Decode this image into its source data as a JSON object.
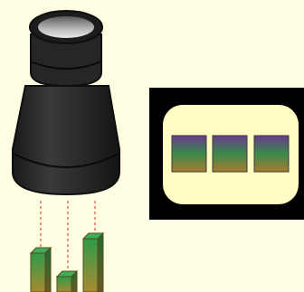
{
  "scene": {
    "background_color": "#fffee3",
    "lens_icon": {
      "name": "camera-lens-icon",
      "body_color": "#2a2a2a",
      "rim_color": "#1a1a1a"
    },
    "light_beams": {
      "color": "#d42a2a",
      "count": 3
    },
    "bar_icon": {
      "name": "bar-chart-icon",
      "bar_count": 3,
      "relative_heights": [
        0.62,
        0.33,
        1.0
      ],
      "gradient_top": "#2f9a4a",
      "gradient_bottom": "#a88a30",
      "outline": "#5a4a1a"
    },
    "preview_panel": {
      "name": "thumbnail-strip-icon",
      "frame_color": "#000000",
      "panel_color": "#fffcc4",
      "thumbnail_count": 3,
      "thumbnail_gradient": [
        "#6a3a8a",
        "#3a8a4a",
        "#a87a30"
      ]
    }
  }
}
